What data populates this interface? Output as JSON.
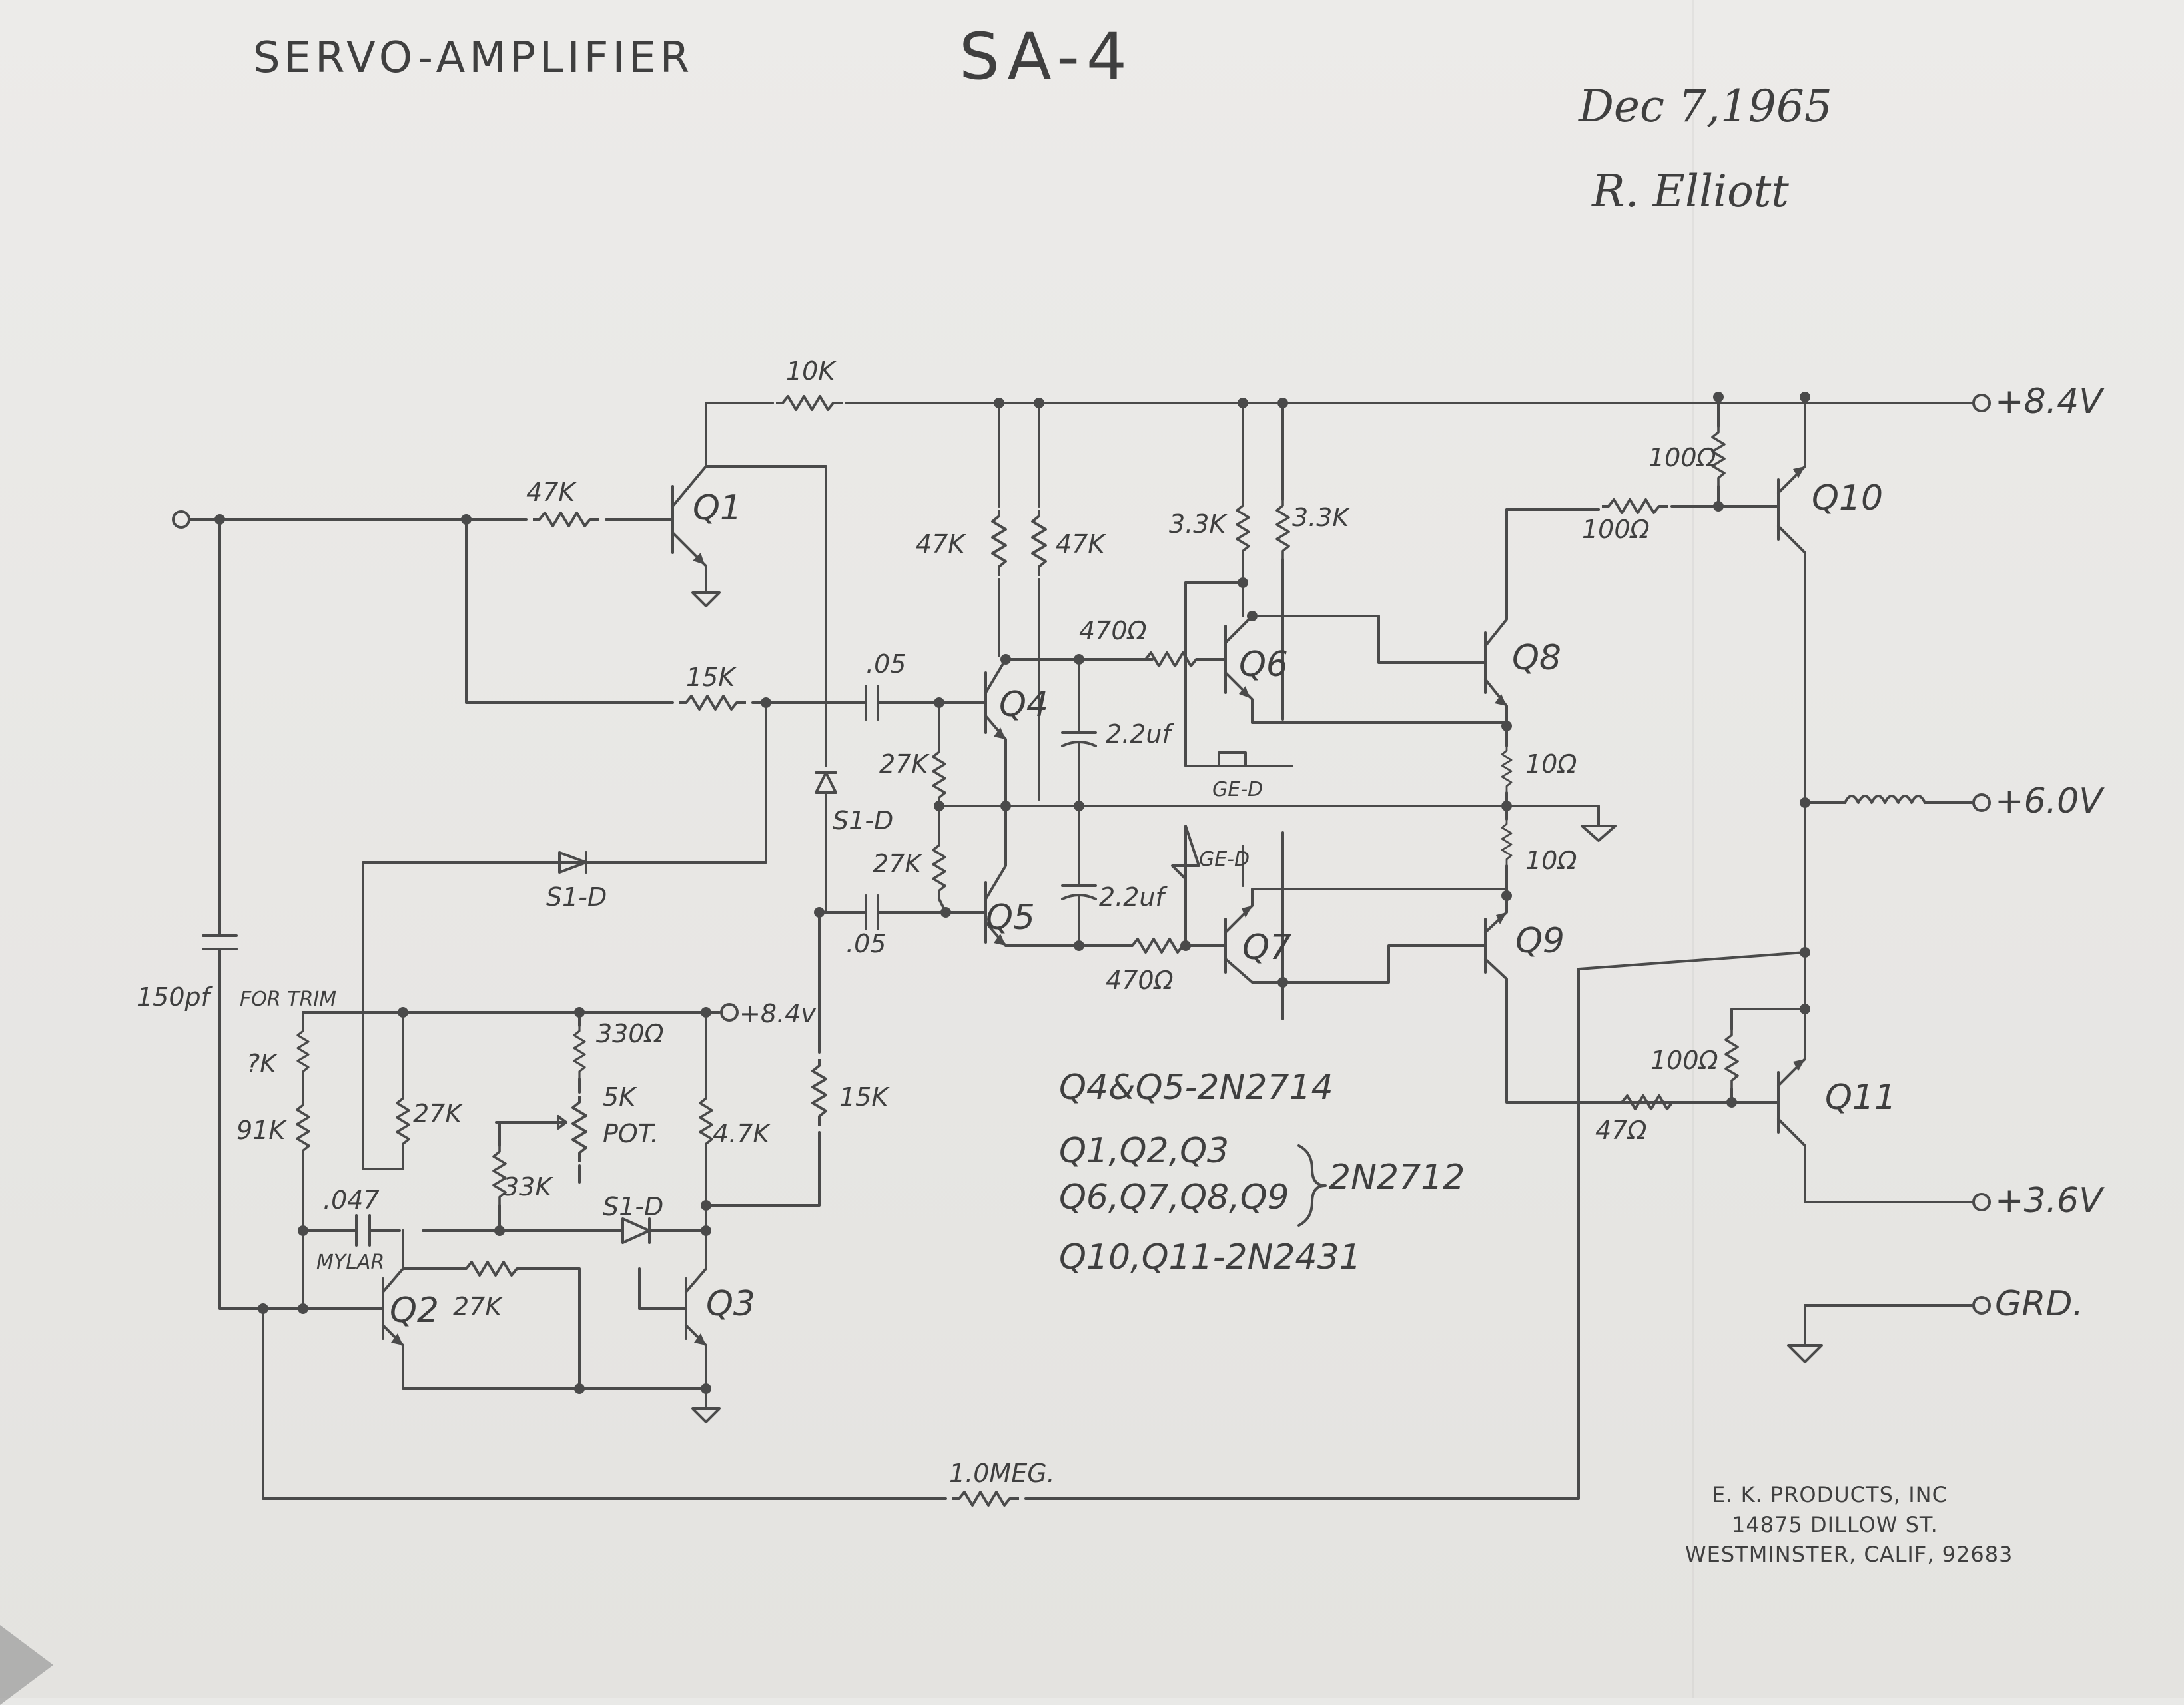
{
  "title": "SERVO-AMPLIFIER",
  "model": "SA-4",
  "date": "Dec 7,1965",
  "author": "R. Elliott",
  "company": {
    "name": "E. K. PRODUCTS, INC",
    "street": "14875 DILLOW ST.",
    "city": "WESTMINSTER, CALIF, 92683"
  },
  "transistor_notes": {
    "q4q5": "Q4&Q5-2N2714",
    "q123": "Q1,Q2,Q3",
    "q6789": "Q6,Q7,Q8,Q9",
    "q123_6789_type": "2N2712",
    "q1011": "Q10,Q11-2N2431"
  },
  "terminals": {
    "v84": "+8.4V",
    "v60": "+6.0V",
    "v36": "+3.6V",
    "grd": "GRD.",
    "v84_small": "+8.4v"
  },
  "transistors": {
    "q1": "Q1",
    "q2": "Q2",
    "q3": "Q3",
    "q4": "Q4",
    "q5": "Q5",
    "q6": "Q6",
    "q7": "Q7",
    "q8": "Q8",
    "q9": "Q9",
    "q10": "Q10",
    "q11": "Q11"
  },
  "components": {
    "r_10k": "10K",
    "r_47k_in": "47K",
    "r_15k_top": "15K",
    "r_47k_a": "47K",
    "r_47k_b": "47K",
    "r_33k_a": "3.3K",
    "r_33k_b": "3.3K",
    "r_470_top": "470Ω",
    "r_470_bot": "470Ω",
    "c_05_top": ".05",
    "c_05_bot": ".05",
    "c_22_top": "2.2uf",
    "c_22_bot": "2.2uf",
    "r_27k_a": "27K",
    "r_27k_b": "27K",
    "r_10_top": "10Ω",
    "r_10_bot": "10Ω",
    "r_100_top": "100Ω",
    "r_100_q10": "100Ω",
    "r_100_q11": "100Ω",
    "r_47_q11": "47Ω",
    "r_15k_mid": "15K",
    "c_150": "150pf",
    "trim_note": "FOR TRIM",
    "r_trim": "?K",
    "r_91k": "91K",
    "c_047": ".047",
    "c_mylar": "MYLAR",
    "r_27k_q2": "27K",
    "r_27k_q2base": "27K",
    "r_330": "330Ω",
    "pot_5k": "5K",
    "pot_label": "POT.",
    "r_33k": "33K",
    "r_47k_q3": "4.7K",
    "r_1meg": "1.0MEG.",
    "d_s1d_a": "S1-D",
    "d_s1d_b": "S1-D",
    "d_s1d_c": "S1-D",
    "d_ged_a": "GE-D",
    "d_ged_b": "GE-D"
  }
}
